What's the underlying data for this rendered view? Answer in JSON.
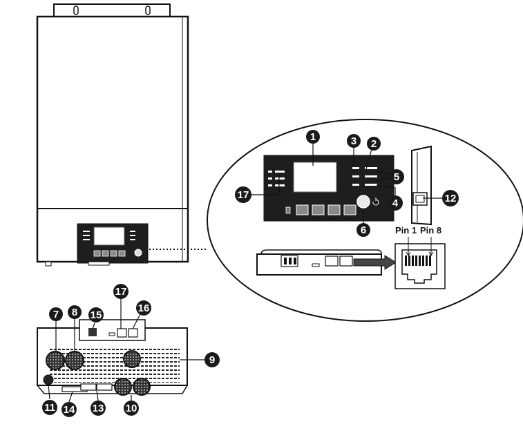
{
  "callouts": {
    "c1": "1",
    "c2": "2",
    "c3": "3",
    "c4": "4",
    "c5": "5",
    "c6": "6",
    "c7": "7",
    "c8": "8",
    "c9": "9",
    "c10": "10",
    "c11": "11",
    "c12": "12",
    "c13": "13",
    "c14": "14",
    "c15": "15",
    "c16": "16",
    "c17a": "17",
    "c17b": "17"
  },
  "pins": {
    "pin1": "Pin 1",
    "pin8": "Pin 8"
  },
  "colors": {
    "ink": "#111111",
    "callout_fill": "#1a1a1a",
    "background": "#ffffff"
  }
}
